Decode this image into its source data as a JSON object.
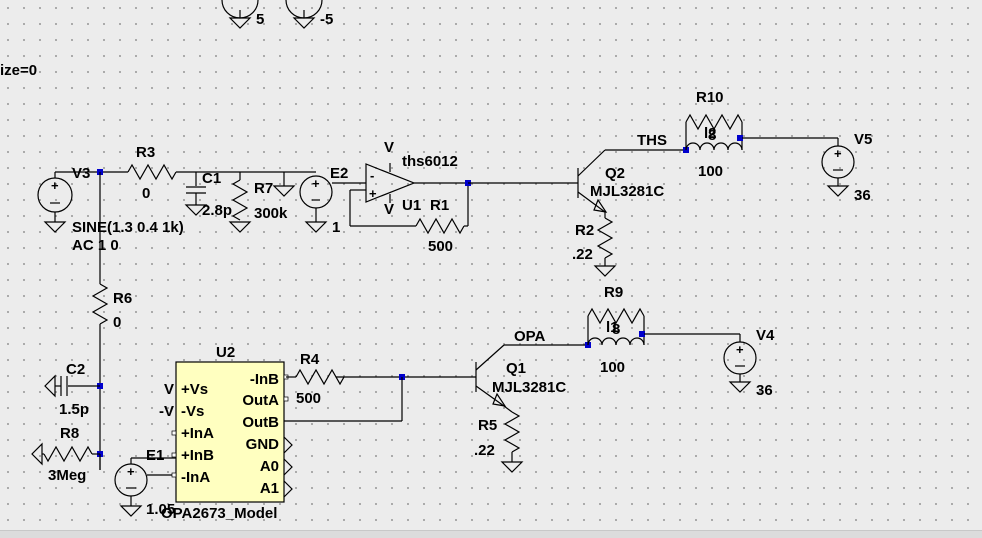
{
  "labels": {
    "v_top_a": "5",
    "v_top_b": "-5",
    "fragment": "ize=0",
    "r3": "R3",
    "r3_val": "0",
    "v3": "V3",
    "c1": "C1",
    "c1_val": "2.8p",
    "r7": "R7",
    "r7_val": "300k",
    "e2": "E2",
    "e2_val": "1",
    "v3_src_1": "SINE(1.3 0.4 1k)",
    "v3_src_2": "AC 1 0",
    "v_plus": "V",
    "v_minus": "V",
    "u1_model": "ths6012",
    "u1": "U1",
    "r1": "R1",
    "r1_val": "500",
    "ths": "THS",
    "r10": "R10",
    "r10_val": "8",
    "l2": "l2",
    "l2_val": "100",
    "v5": "V5",
    "v5_val": "36",
    "q2": "Q2",
    "q2_model": "MJL3281C",
    "r2": "R2",
    "r2_val": ".22",
    "r9": "R9",
    "r9_val": "8",
    "l1": "l1",
    "l1_val": "100",
    "v4": "V4",
    "v4_val": "36",
    "r6": "R6",
    "r6_val": "0",
    "opa": "OPA",
    "q1": "Q1",
    "q1_model": "MJL3281C",
    "r5": "R5",
    "r5_val": ".22",
    "u2": "U2",
    "r4": "R4",
    "r4_val": "500",
    "c2": "C2",
    "c2_val": "1.5p",
    "r8": "R8",
    "r8_val": "3Meg",
    "e1": "E1",
    "e1_val": "1.05",
    "u2_model": "OPA2673_Model",
    "u2_vplus_net": "V",
    "u2_vminus_net": "-V"
  },
  "u2_pins_left": [
    "+Vs",
    "-Vs",
    "+InA",
    "+InB",
    "-InA"
  ],
  "u2_pins_right": [
    "-InB",
    "OutA",
    "OutB",
    "GND",
    "A0",
    "A1"
  ],
  "colors": {
    "background": "#ececec",
    "wire": "#000000",
    "junction": "#0000cc",
    "opamp_block": "#ffffc0"
  }
}
